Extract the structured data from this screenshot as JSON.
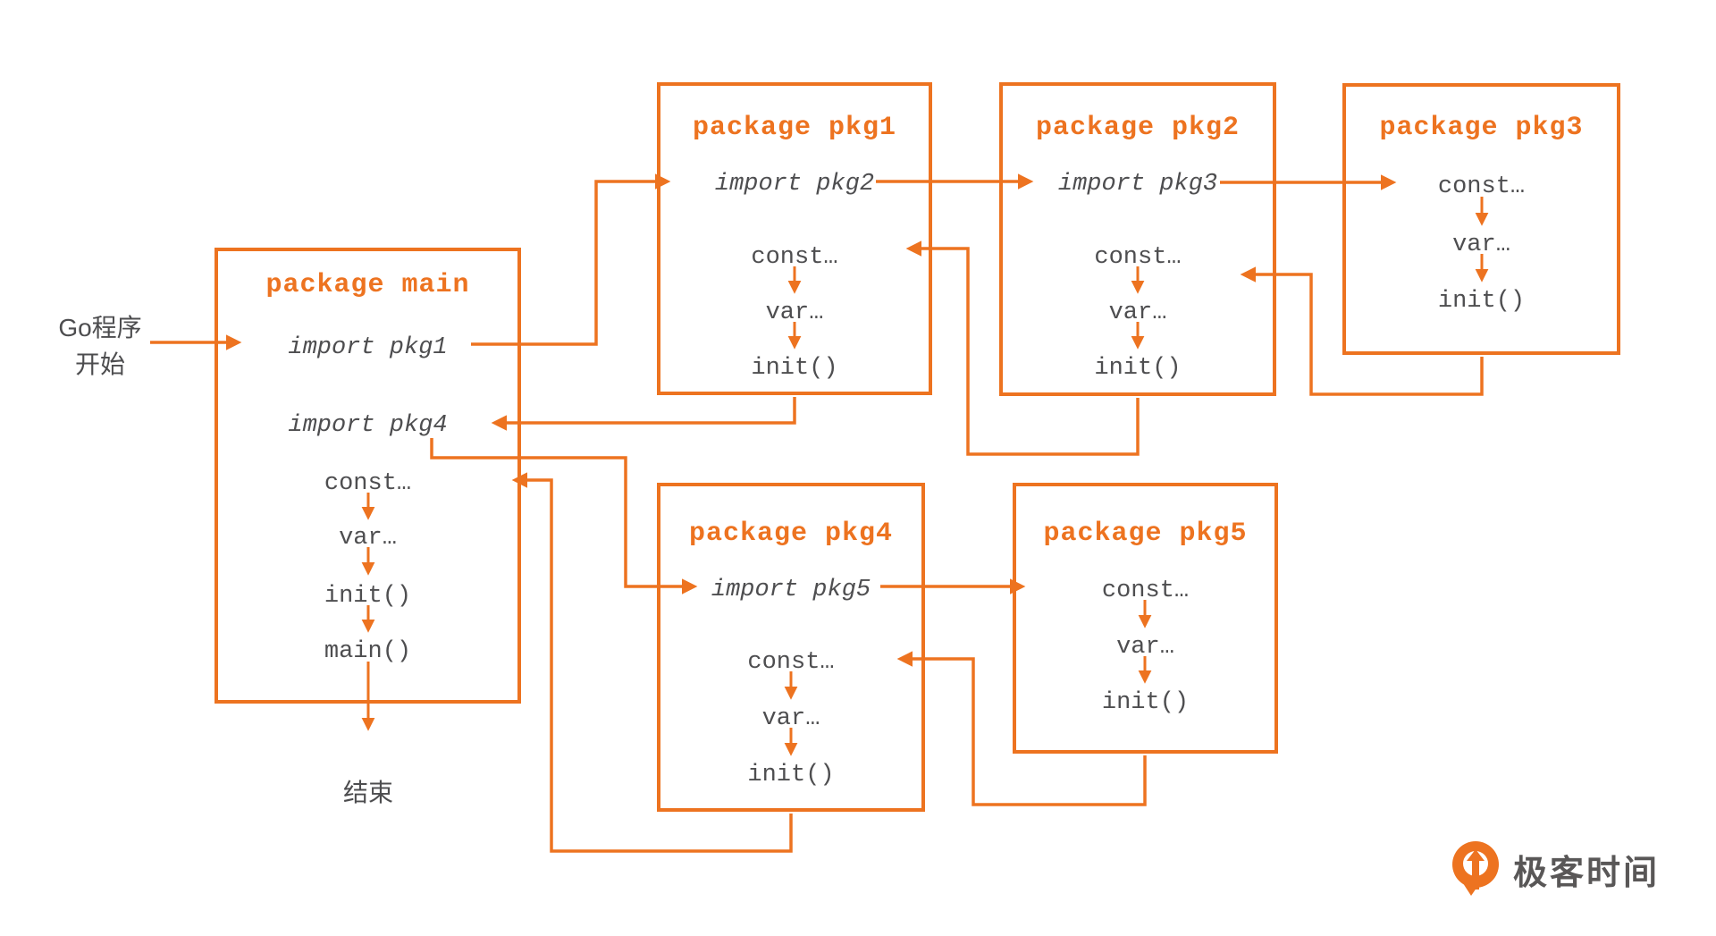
{
  "diagram": {
    "start_label": {
      "line1": "Go程序",
      "line2": "开始"
    },
    "end_label": "结束",
    "accent_color": "#ED7320",
    "code_text_color": "#4E4E50",
    "packages": {
      "main": {
        "title": "package main",
        "items": [
          "import pkg1",
          "import pkg4",
          "const…",
          "var…",
          "init()",
          "main()"
        ]
      },
      "pkg1": {
        "title": "package pkg1",
        "items": [
          "import pkg2",
          "const…",
          "var…",
          "init()"
        ]
      },
      "pkg2": {
        "title": "package pkg2",
        "items": [
          "import pkg3",
          "const…",
          "var…",
          "init()"
        ]
      },
      "pkg3": {
        "title": "package pkg3",
        "items": [
          "const…",
          "var…",
          "init()"
        ]
      },
      "pkg4": {
        "title": "package pkg4",
        "items": [
          "import pkg5",
          "const…",
          "var…",
          "init()"
        ]
      },
      "pkg5": {
        "title": "package pkg5",
        "items": [
          "const…",
          "var…",
          "init()"
        ]
      }
    }
  },
  "branding": {
    "logo_text": "极客时间"
  }
}
